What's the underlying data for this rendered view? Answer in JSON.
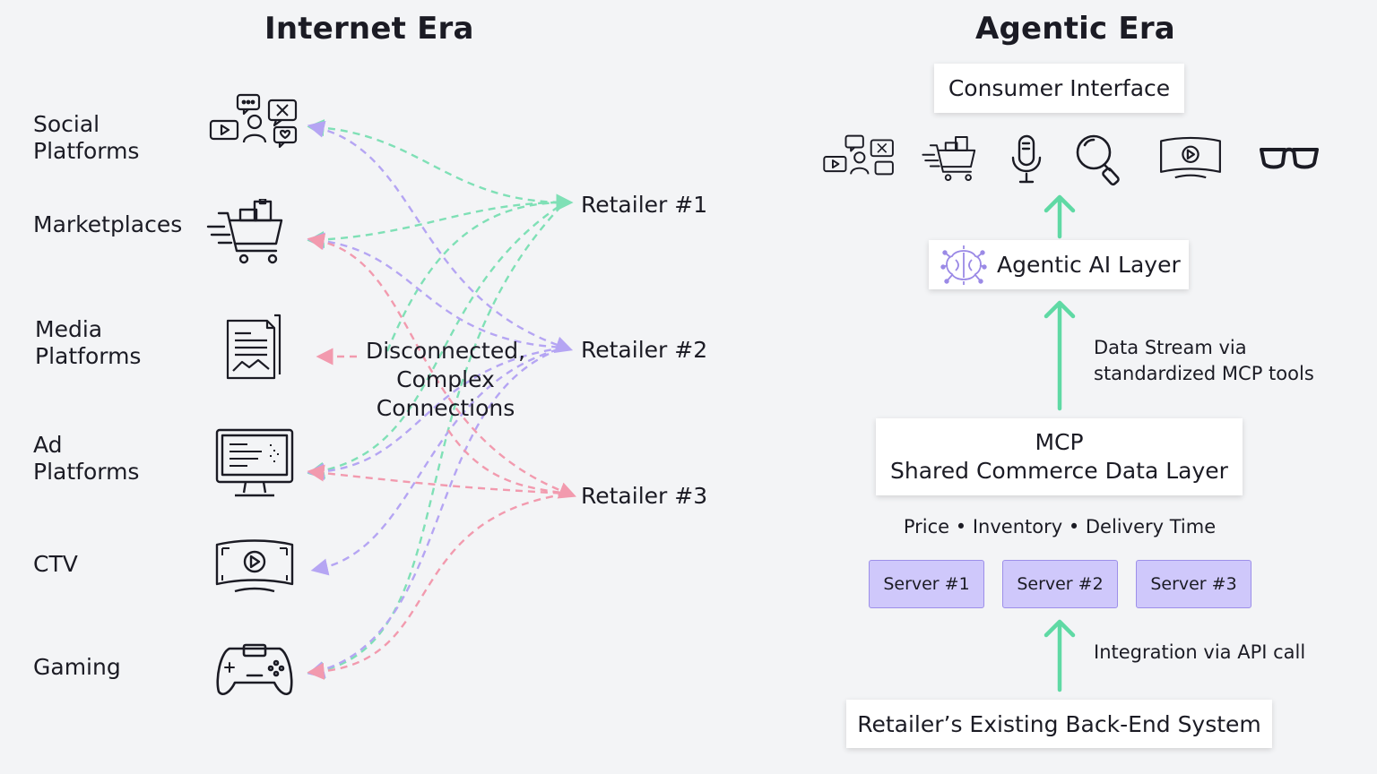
{
  "left": {
    "title": "Internet Era",
    "channels": [
      {
        "label": "Social\nPlatforms",
        "icon": "social-icon"
      },
      {
        "label": "Marketplaces",
        "icon": "shopping-cart-icon"
      },
      {
        "label": "Media\nPlatforms",
        "icon": "document-icon"
      },
      {
        "label": "Ad\nPlatforms",
        "icon": "monitor-icon"
      },
      {
        "label": "CTV",
        "icon": "tv-icon"
      },
      {
        "label": "Gaming",
        "icon": "gamepad-icon"
      }
    ],
    "retailers": [
      "Retailer #1",
      "Retailer #2",
      "Retailer #3"
    ],
    "center_label": "Disconnected,\nComplex\nConnections",
    "colors": {
      "green": "#7fe0b6",
      "purple": "#b5a5f3",
      "pink": "#f29aae"
    }
  },
  "right": {
    "title": "Agentic Era",
    "consumer_interface": "Consumer Interface",
    "interface_icons": [
      "social-icon",
      "shopping-cart-icon",
      "microphone-icon",
      "search-icon",
      "tv-icon",
      "glasses-icon"
    ],
    "agentic_layer": "Agentic AI Layer",
    "data_stream_note": "Data Stream via\nstandardized MCP tools",
    "mcp_box": "MCP\nShared Commerce Data Layer",
    "attributes": "Price • Inventory • Delivery Time",
    "servers": [
      "Server #1",
      "Server #2",
      "Server #3"
    ],
    "integration_note": "Integration via API call",
    "backend": "Retailer’s Existing Back-End System",
    "colors": {
      "arrow": "#5fd9a4",
      "server_fill": "#cfc8fb",
      "server_border": "#9d8fe9"
    }
  }
}
